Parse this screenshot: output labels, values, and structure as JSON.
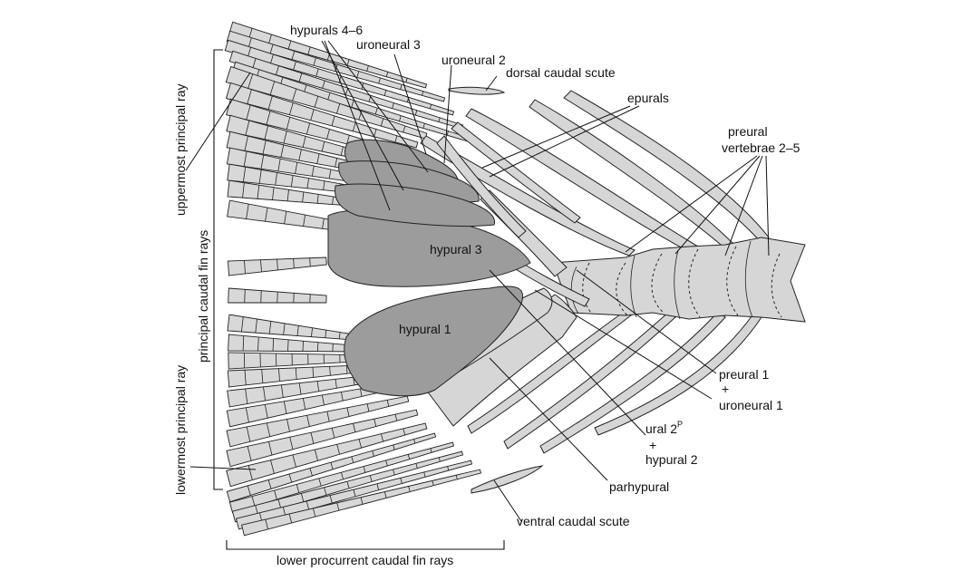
{
  "labels": {
    "hypurals_4_6": "hypurals 4–6",
    "uroneural_3": "uroneural 3",
    "uroneural_2": "uroneural 2",
    "dorsal_caudal_scute": "dorsal caudal scute",
    "epurals": "epurals",
    "preural_vertebrae_line1": "preural",
    "preural_vertebrae_line2": "vertebrae 2–5",
    "hypural_3": "hypural 3",
    "hypural_1": "hypural 1",
    "preural_1_line1": "preural 1",
    "preural_1_plus": "+",
    "preural_1_line2": "uroneural 1",
    "ural_2_base": "ural 2",
    "ural_2_sup": "P",
    "ural_2_plus": "+",
    "ural_2_line2": "hypural 2",
    "parhypural": "parhypural",
    "ventral_caudal_scute": "ventral caudal scute",
    "uppermost_principal_ray": "uppermost principal ray",
    "principal_caudal_fin_rays": "principal caudal fin rays",
    "lowermost_principal_ray": "lowermost principal ray",
    "lower_procurrent_caudal_fin_rays": "lower procurrent caudal fin rays"
  }
}
